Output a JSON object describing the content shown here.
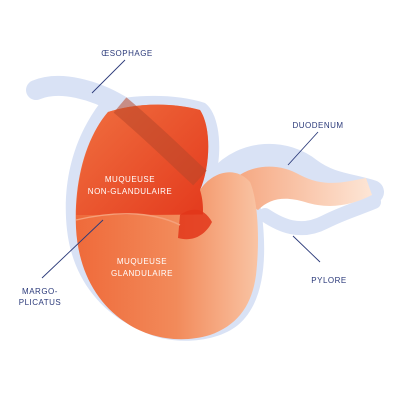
{
  "labels": {
    "oesophagus": "ŒSOPHAGE",
    "duodenum": "DUODENUM",
    "pylorus": "PYLORE",
    "margo_line1": "MARGO-",
    "margo_line2": "PLICATUS",
    "non_glandular_line1": "MUQUEUSE",
    "non_glandular_line2": "NON-GLANDULAIRE",
    "glandular_line1": "MUQUEUSE",
    "glandular_line2": "GLANDULAIRE"
  },
  "colors": {
    "outline": "#d9e2f5",
    "non_glandular": "#ee5d2a",
    "non_glandular_dark": "#e2361a",
    "glandular": "#f07b4b",
    "glandular_light": "#f9c4a4",
    "duodenum_light": "#fbe0cc",
    "label": "#2b3a7a"
  }
}
